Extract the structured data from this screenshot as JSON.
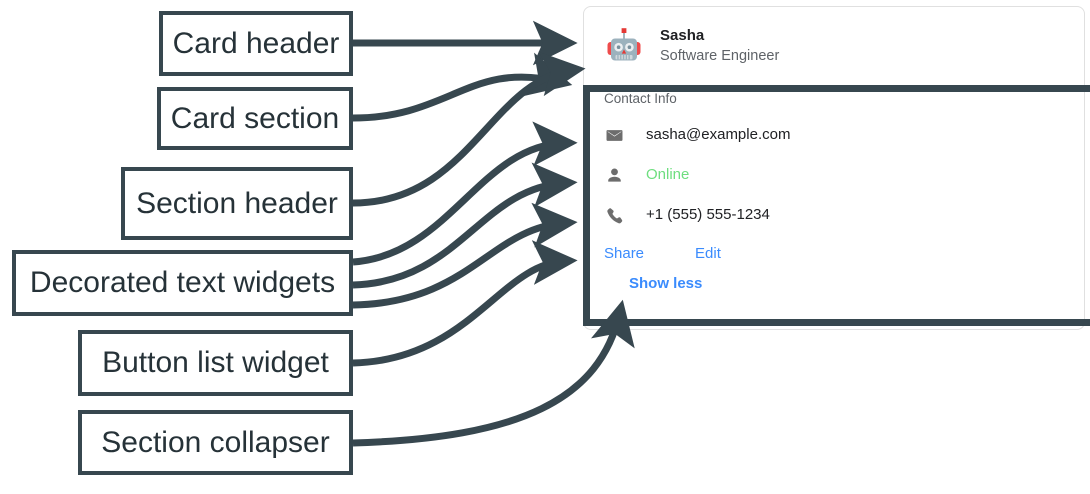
{
  "annotations": {
    "card_header": "Card header",
    "card_section": "Card section",
    "section_header": "Section header",
    "decorated_text_widgets": "Decorated text widgets",
    "button_list_widget": "Button list widget",
    "section_collapser": "Section collapser"
  },
  "card": {
    "header": {
      "avatar_icon": "robot-avatar-icon",
      "title": "Sasha",
      "subtitle": "Software Engineer"
    },
    "section": {
      "header": "Contact Info",
      "rows": [
        {
          "icon": "email-icon",
          "text": "sasha@example.com",
          "color": "#202124"
        },
        {
          "icon": "person-icon",
          "text": "Online",
          "color": "#6ede7f"
        },
        {
          "icon": "phone-icon",
          "text": "+1 (555) 555-1234",
          "color": "#202124"
        }
      ],
      "buttons": [
        "Share",
        "Edit"
      ],
      "collapser": "Show less"
    }
  },
  "colors": {
    "annotation_stroke": "#37474f",
    "link_blue": "#3a8bfd",
    "status_green": "#6ede7f",
    "muted_gray": "#5f6368",
    "card_border": "#e0e0e0"
  }
}
